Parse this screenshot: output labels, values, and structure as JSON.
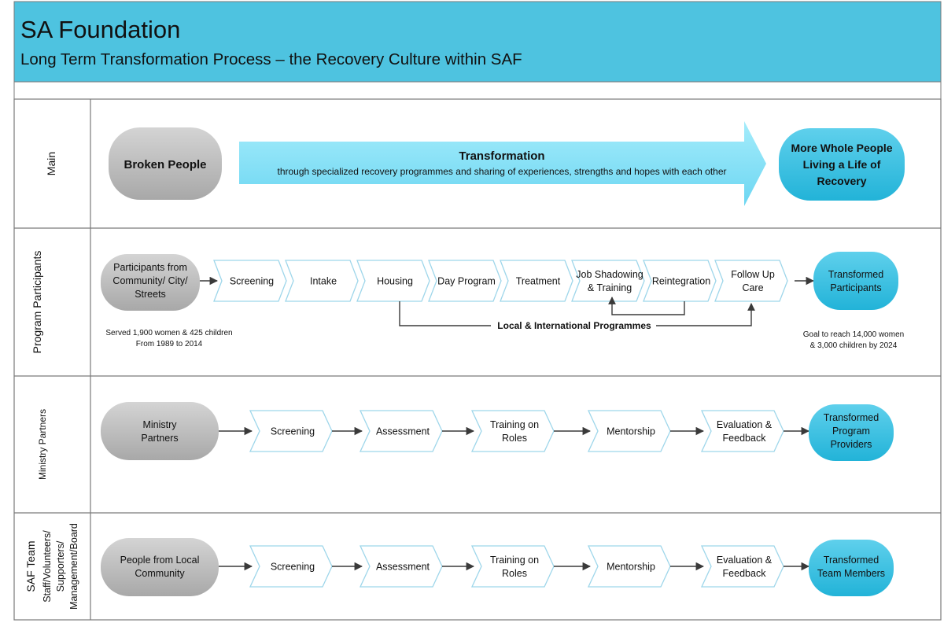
{
  "header": {
    "title": "SA Foundation",
    "subtitle": "Long Term Transformation Process – the Recovery Culture within SAF"
  },
  "lanes": {
    "main": {
      "label": "Main",
      "start": "Broken People",
      "arrow_title": "Transformation",
      "arrow_text": "through specialized recovery programmes and sharing of experiences, strengths and hopes with each other",
      "end": [
        "More Whole People",
        "Living a Life of",
        "Recovery"
      ]
    },
    "participants": {
      "label": "Program Participants",
      "start": [
        "Participants from",
        "Community/ City/",
        "Streets"
      ],
      "steps": [
        [
          "Screening"
        ],
        [
          "Intake"
        ],
        [
          "Housing"
        ],
        [
          "Day Program"
        ],
        [
          "Treatment"
        ],
        [
          "Job Shadowing",
          "& Training"
        ],
        [
          "Reintegration"
        ],
        [
          "Follow Up",
          "Care"
        ]
      ],
      "end": [
        "Transformed",
        "Participants"
      ],
      "loop_label": "Local & International Programmes",
      "note_left": [
        "Served 1,900 women & 425 children",
        "From 1989 to 2014"
      ],
      "note_right": [
        "Goal to reach 14,000 women",
        "& 3,000 children by 2024"
      ]
    },
    "ministry": {
      "label": "Ministry Partners",
      "start": [
        "Ministry",
        "Partners"
      ],
      "steps": [
        [
          "Screening"
        ],
        [
          "Assessment"
        ],
        [
          "Training on",
          "Roles"
        ],
        [
          "Mentorship"
        ],
        [
          "Evaluation &",
          "Feedback"
        ]
      ],
      "end": [
        "Transformed",
        "Program",
        "Providers"
      ]
    },
    "staff": {
      "label": [
        "SAF Team",
        "Staff/Volunteers/",
        "Supporters/",
        "Management/Board"
      ],
      "start": [
        "People from Local",
        "Community"
      ],
      "steps": [
        [
          "Screening"
        ],
        [
          "Assessment"
        ],
        [
          "Training on",
          "Roles"
        ],
        [
          "Mentorship"
        ],
        [
          "Evaluation &",
          "Feedback"
        ]
      ],
      "end": [
        "Transformed",
        "Team Members"
      ]
    }
  },
  "colors": {
    "header_bg": "#4ec3e0",
    "grey_pill": "#bfbfbf",
    "blue_pill": "#3cc0e0",
    "arrow_fill": "#8be3f6",
    "chevron_stroke": "#9ed6ea"
  }
}
